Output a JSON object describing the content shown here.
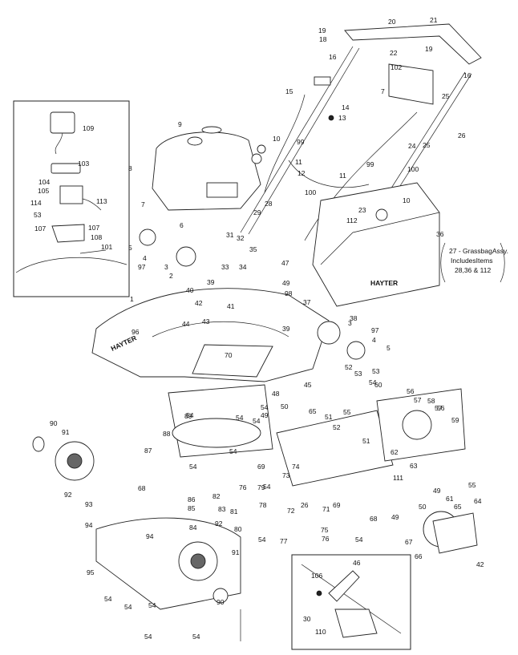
{
  "diagram": {
    "labels": {
      "l1": "1",
      "l2": "2",
      "l3": "3",
      "l3b": "3",
      "l4": "4",
      "l4b": "4",
      "l5": "5",
      "l5b": "5",
      "l6": "6",
      "l7": "7",
      "l7b": "7",
      "l8": "8",
      "l9": "9",
      "l10": "10",
      "l10b": "10",
      "l11": "11",
      "l11b": "11",
      "l12": "12",
      "l13": "13",
      "l14": "14",
      "l15": "15",
      "l16": "16",
      "l16b": "16",
      "l18": "18",
      "l19": "19",
      "l19b": "19",
      "l20": "20",
      "l21": "21",
      "l22": "22",
      "l23": "23",
      "l24": "24",
      "l25": "25",
      "l25b": "25",
      "l26": "26",
      "l26b": "26",
      "l27": "27",
      "l28": "28",
      "l29": "29",
      "l30": "30",
      "l31": "31",
      "l32": "32",
      "l33": "33",
      "l34": "34",
      "l35": "35",
      "l36": "36",
      "l37": "37",
      "l38": "38",
      "l39": "39",
      "l39b": "39",
      "l40": "40",
      "l41": "41",
      "l42": "42",
      "l42b": "42",
      "l43": "43",
      "l44": "44",
      "l45": "45",
      "l46": "46",
      "l47": "47",
      "l48": "48",
      "l49": "49",
      "l49b": "49",
      "l49c": "49",
      "l49d": "49",
      "l50": "50",
      "l50b": "50",
      "l51": "51",
      "l51b": "51",
      "l52": "52",
      "l52b": "52",
      "l53": "53",
      "l53b": "53",
      "l54a": "54",
      "l54b": "54",
      "l54c": "54",
      "l54d": "54",
      "l54e": "54",
      "l54f": "54",
      "l54g": "54",
      "l54h": "54",
      "l54i": "54",
      "l54j": "54",
      "l54k": "54",
      "l54l": "54",
      "l54m": "54",
      "l54n": "54",
      "l54o": "54",
      "l55": "55",
      "l55b": "55",
      "l56": "56",
      "l56b": "56",
      "l57": "57",
      "l57b": "57",
      "l58": "58",
      "l59": "59",
      "l60": "60",
      "l61": "61",
      "l62": "62",
      "l63": "63",
      "l64": "64",
      "l65": "65",
      "l65b": "65",
      "l66": "66",
      "l67": "67",
      "l68": "68",
      "l68b": "68",
      "l69": "69",
      "l69b": "69",
      "l70": "70",
      "l71": "71",
      "l72": "72",
      "l73": "73",
      "l74": "74",
      "l75": "75",
      "l76": "76",
      "l76b": "76",
      "l77": "77",
      "l78": "78",
      "l79": "79",
      "l80": "80",
      "l81": "81",
      "l82": "82",
      "l83": "83",
      "l84": "84",
      "l85": "85",
      "l86": "86",
      "l87": "87",
      "l88": "88",
      "l89": "89",
      "l90": "90",
      "l90b": "90",
      "l91": "91",
      "l91b": "91",
      "l92": "92",
      "l92b": "92",
      "l93": "93",
      "l94": "94",
      "l94b": "94",
      "l95": "95",
      "l96": "96",
      "l97": "97",
      "l97b": "97",
      "l98": "98",
      "l99": "99",
      "l99b": "99",
      "l100": "100",
      "l100b": "100",
      "l101": "101",
      "l102": "102",
      "l103": "103",
      "l104": "104",
      "l105": "105",
      "l106": "106",
      "l107": "107",
      "l107b": "107",
      "l108": "108",
      "l109": "109",
      "l110": "110",
      "l111": "111",
      "l112": "112",
      "l113": "113",
      "l114": "114"
    },
    "note": {
      "line1": "27 - GrassbagAssy.",
      "line2": "IncludesItems",
      "line3": "28,36 & 112"
    },
    "brand": "HAYTER"
  }
}
